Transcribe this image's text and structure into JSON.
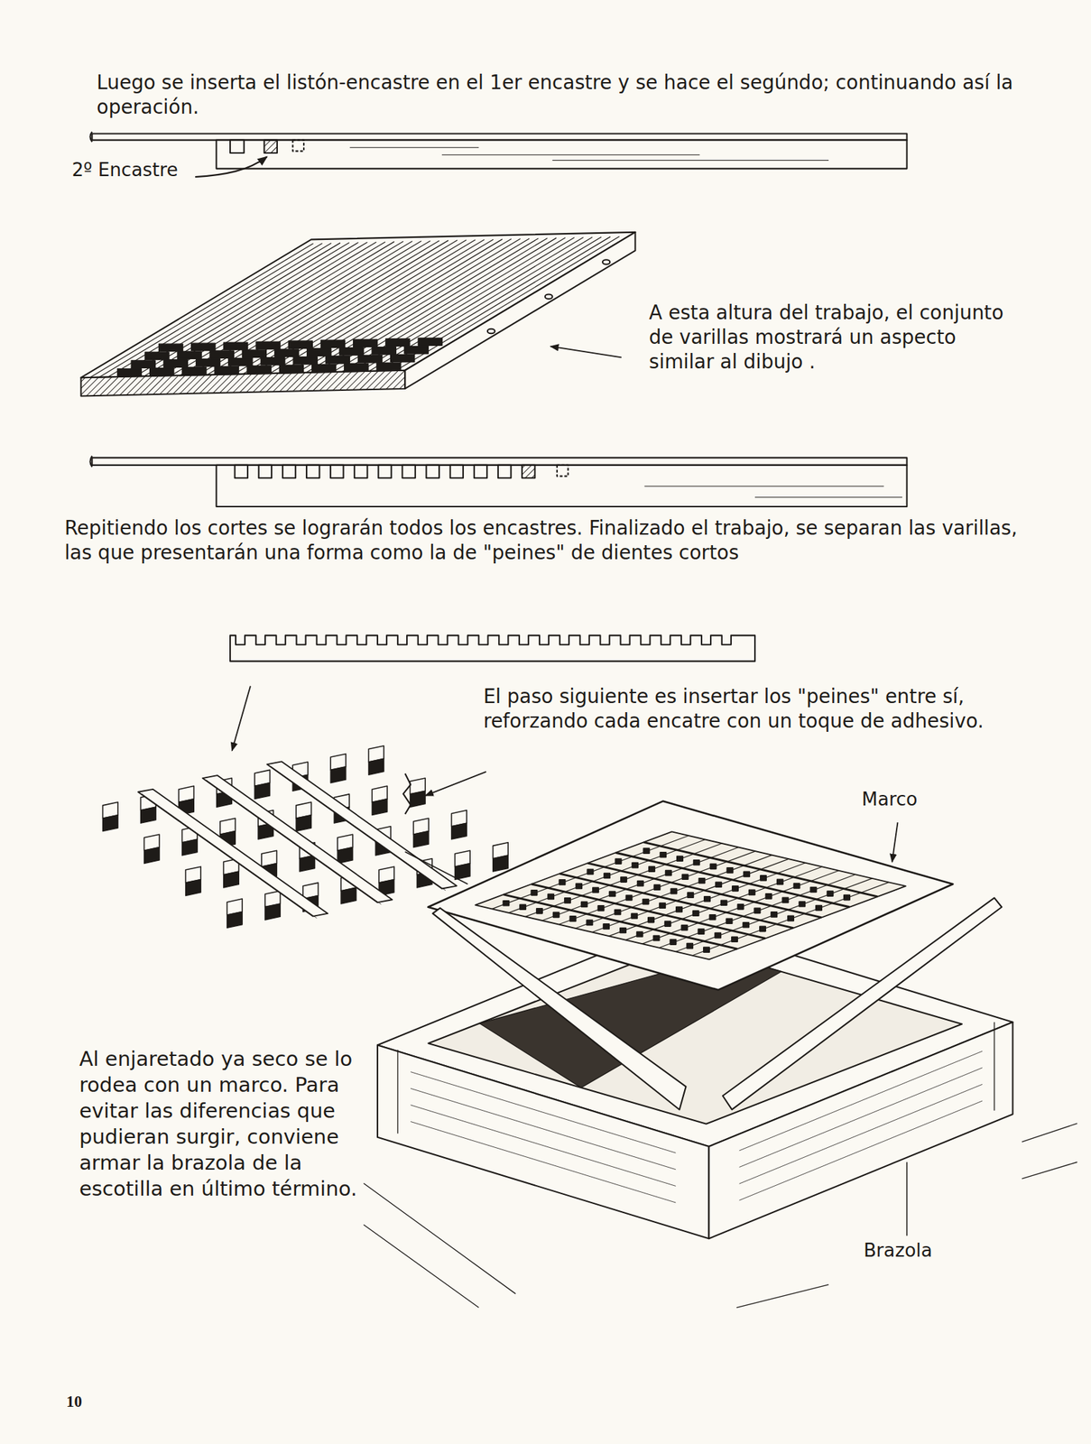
{
  "diagram": {
    "labels": [
      "Luego se inserta el listón-encastre en el 1er encastre y se hace el segúndo; continuando así la operación.",
      "2º Encastre",
      "A esta altura del trabajo, el conjunto de varillas mostrará un aspecto similar al dibujo .",
      "Repitiendo los cortes se lograrán todos los encastres. Finalizado el trabajo, se separan las varillas, las que presentarán una forma como la de \"peines\" de dientes cortos",
      "El paso siguiente es insertar los \"peines\" entre sí, reforzando cada encatre con un toque de adhesivo.",
      "Marco",
      "Al enjaretado ya seco se lo rodea con un marco. Para evitar las diferencias que pudieran surgir, conviene armar la brazola de la escotilla en último término.",
      "Brazola",
      "10"
    ]
  }
}
